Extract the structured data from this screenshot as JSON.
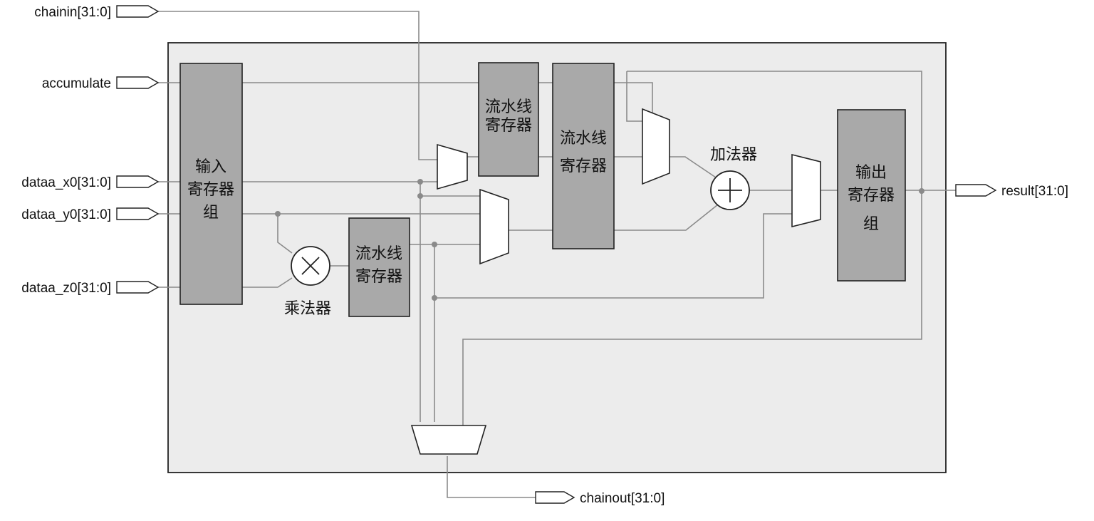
{
  "ports": {
    "chainin": "chainin[31:0]",
    "accumulate": "accumulate",
    "dataa_x0": "dataa_x0[31:0]",
    "dataa_y0": "dataa_y0[31:0]",
    "dataa_z0": "dataa_z0[31:0]",
    "result": "result[31:0]",
    "chainout": "chainout[31:0]"
  },
  "blocks": {
    "input_reg": [
      "输入",
      "寄存器",
      "组"
    ],
    "pipe_reg_mult": [
      "流水线",
      "寄存器"
    ],
    "pipe_reg_top": [
      "流水线",
      "寄存器"
    ],
    "pipe_reg_big": [
      "流水线",
      "寄存器"
    ],
    "output_reg": [
      "输出",
      "寄存器",
      "组"
    ]
  },
  "components": {
    "multiplier": "乘法器",
    "adder": "加法器"
  },
  "colors": {
    "register_fill": "#a9a9a9",
    "panel_fill": "#ececec",
    "wire": "#8a8a8a"
  }
}
